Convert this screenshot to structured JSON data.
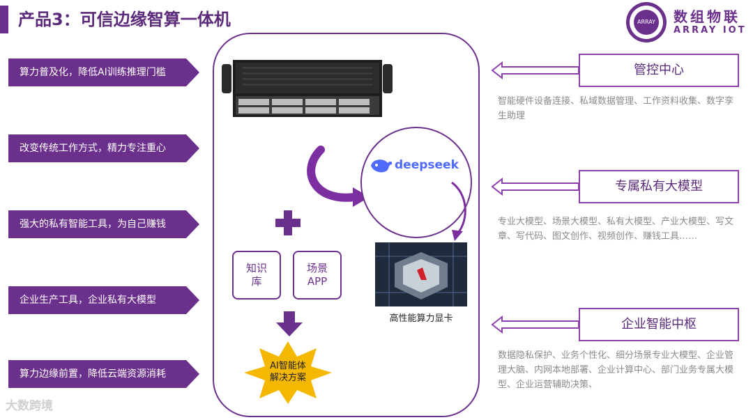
{
  "header": {
    "title": "产品3：可信边缘智算一体机",
    "logo_cn": "数组物联",
    "logo_en": "ARRAY IOT",
    "logo_badge": "ARRAY"
  },
  "left_items": [
    "算力普及化，降低AI训练推理门槛",
    "改变传统工作方式，精力专注重心",
    "强大的私有智能工具，为自己赚钱",
    "企业生产工具，企业私有大模型",
    "算力边缘前置，降低云端资源消耗"
  ],
  "center": {
    "box_knowledge": [
      "知识",
      "库"
    ],
    "box_scene": [
      "场景",
      "APP"
    ],
    "deepseek": "deepseek",
    "gpu_label": "高性能算力显卡",
    "solution": [
      "AI智能体",
      "解决方案"
    ]
  },
  "right_sections": [
    {
      "title": "管控中心",
      "desc": "智能硬件设备连接、私域数据管理、工作资料收集、数字孪生助理"
    },
    {
      "title": "专属私有大模型",
      "desc": "专业大模型、场景大模型、私有大模型、产业大模型、写文章、写代码、图文创作、视频创作、赚钱工具……"
    },
    {
      "title": "企业智能中枢",
      "desc": "数据隐私保护、业务个性化、细分场景专业大模型、企业管理大脑、内网本地部署、企业计算中心、部门业务专属大模型、企业运营辅助决策、"
    }
  ],
  "watermark": "大数跨境",
  "colors": {
    "accent": "#6b2f8c",
    "deepseek_blue": "#4e6bfe",
    "star": "#f5b800"
  }
}
